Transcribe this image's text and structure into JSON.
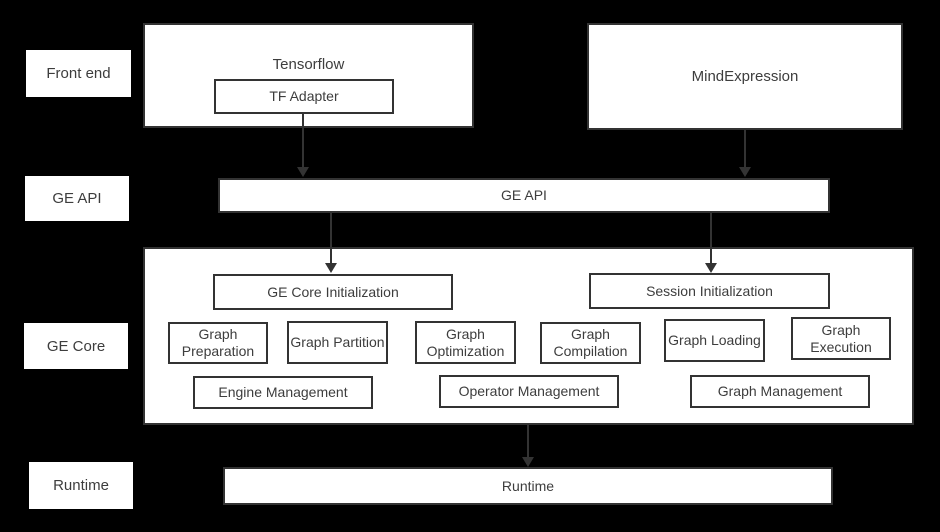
{
  "colors": {
    "background": "#000000",
    "box_fill": "#ffffff",
    "border": "#333333",
    "text": "#3d3d3d",
    "arrow": "#333333"
  },
  "row_labels": [
    {
      "label": "Front end"
    },
    {
      "label": "GE API"
    },
    {
      "label": "GE Core"
    },
    {
      "label": "Runtime"
    }
  ],
  "frontend": {
    "tensorflow_label": "Tensorflow",
    "tf_adapter_label": "TF Adapter",
    "mindexpression_label": "MindExpression"
  },
  "ge_api": {
    "label": "GE API"
  },
  "ge_core": {
    "init": [
      {
        "label": "GE Core Initialization"
      },
      {
        "label": "Session Initialization"
      }
    ],
    "stages": [
      {
        "label": "Graph Preparation"
      },
      {
        "label": "Graph Partition"
      },
      {
        "label": "Graph Optimization"
      },
      {
        "label": "Graph Compilation"
      },
      {
        "label": "Graph Loading"
      },
      {
        "label": "Graph Execution"
      }
    ],
    "management": [
      {
        "label": "Engine Management"
      },
      {
        "label": "Operator Management"
      },
      {
        "label": "Graph Management"
      }
    ]
  },
  "runtime": {
    "label": "Runtime"
  }
}
